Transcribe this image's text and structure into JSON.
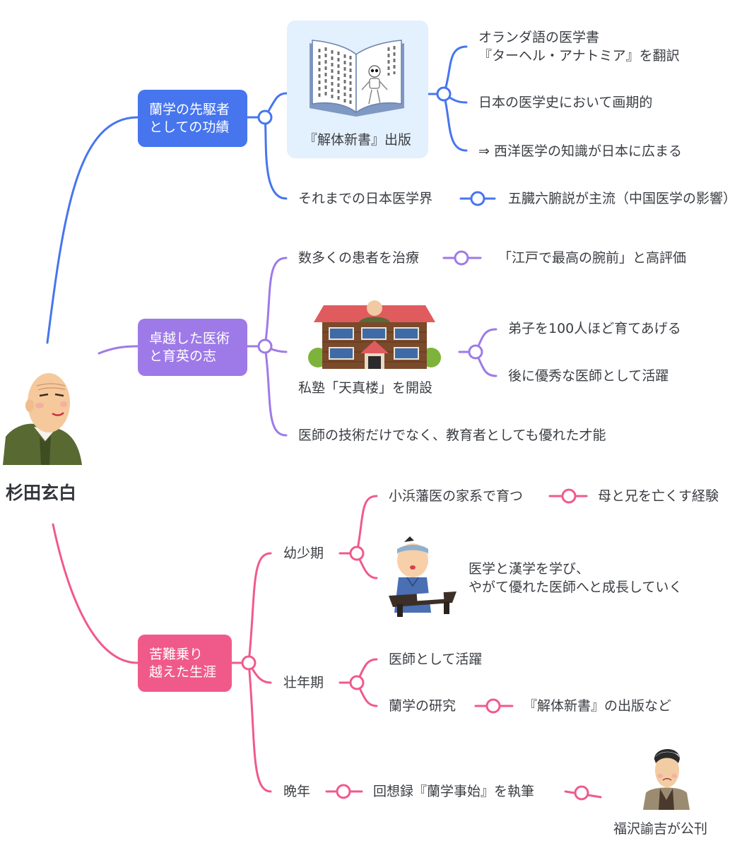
{
  "root": {
    "title": "杉田玄白",
    "icon": "elderly-doctor-portrait"
  },
  "colors": {
    "blue": "#4675ee",
    "purple": "#9e7ae8",
    "pink": "#f05a8b",
    "card_bg": "#e3f0fd",
    "text": "#3a3d42"
  },
  "branches": [
    {
      "label": "蘭学の先駆者\nとしての功績",
      "children": [
        {
          "label": "『解体新書』出版",
          "icon": "anatomy-book-illustration",
          "children": [
            "オランダ語の医学書\n『ターヘル・アナトミア』を翻訳",
            "日本の医学史において画期的",
            "⇒ 西洋医学の知識が日本に広まる"
          ]
        },
        {
          "label": "それまでの日本医学界",
          "children": [
            "五臓六腑説が主流（中国医学の影響）"
          ]
        }
      ]
    },
    {
      "label": "卓越した医術\nと育英の志",
      "children": [
        {
          "label": "数多くの患者を治療",
          "children": [
            "「江戸で最高の腕前」と高評価"
          ]
        },
        {
          "label": "私塾「天真楼」を開設",
          "icon": "school-building-illustration",
          "children": [
            "弟子を100人ほど育てあげる",
            "後に優秀な医師として活躍"
          ]
        },
        {
          "label": "医師の技術だけでなく、教育者としても優れた才能",
          "children": []
        }
      ]
    },
    {
      "label": "苦難乗り\n越えた生涯",
      "children": [
        {
          "label": "幼少期",
          "children": [
            {
              "label": "小浜藩医の家系で育つ",
              "children": [
                "母と兄を亡くす経験"
              ]
            },
            {
              "label": "医学と漢学を学び、\nやがて優れた医師へと成長していく",
              "icon": "studying-boy-illustration"
            }
          ]
        },
        {
          "label": "壮年期",
          "children": [
            {
              "label": "医師として活躍"
            },
            {
              "label": "蘭学の研究",
              "children": [
                "『解体新書』の出版など"
              ]
            }
          ]
        },
        {
          "label": "晩年",
          "children": [
            {
              "label": "回想録『蘭学事始』を執筆",
              "children": [
                {
                  "label": "福沢諭吉が公刊",
                  "icon": "fukuzawa-portrait"
                }
              ]
            }
          ]
        }
      ]
    }
  ]
}
